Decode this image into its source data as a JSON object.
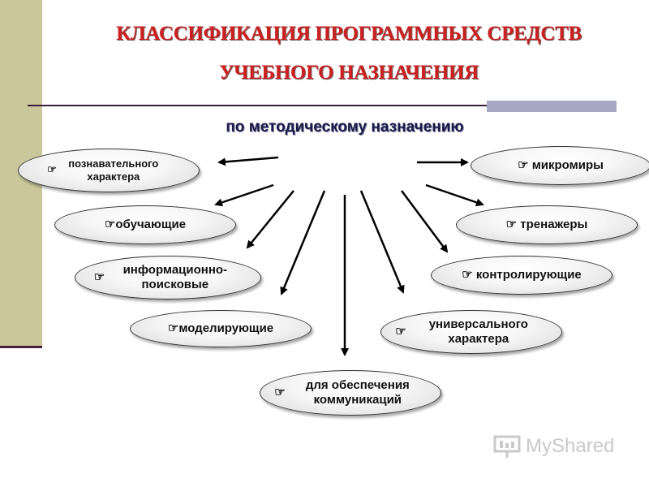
{
  "title": {
    "line1": "КЛАССИФИКАЦИЯ ПРОГРАММНЫХ СРЕДСТВ",
    "line2": "УЧЕБНОГО НАЗНАЧЕНИЯ"
  },
  "subtitle": "по методическому назначению",
  "bullet_icon": "pointing-hand-icon",
  "bullet_glyph": "☞",
  "nodes": {
    "cognitive": "познавательного характера",
    "teaching": "обучающие",
    "info_search": "информационно-поисковые",
    "modeling": "моделирующие",
    "communications": "для обеспечения коммуникаций",
    "universal": "универсального характера",
    "controlling": "контролирующие",
    "trainers": "тренажеры",
    "microworlds": "микромиры"
  },
  "watermark": "MyShared",
  "colors": {
    "title": "#cc1f1f",
    "subtitle": "#1a1a4a",
    "left_bar": "#c9c79b"
  }
}
